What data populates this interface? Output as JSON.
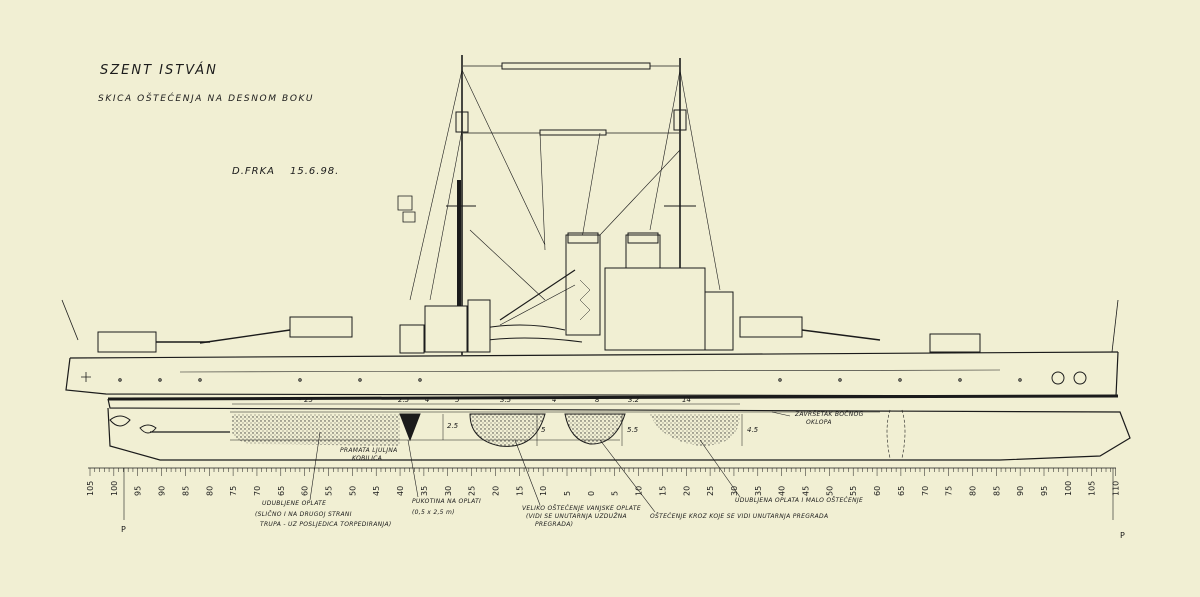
{
  "drawing": {
    "title": "SZENT ISTVÁN",
    "subtitle": "SKICA OŠTEĆENJA NA DESNOM BOKU",
    "author": "D.FRKA",
    "date": "15.6.98."
  },
  "frame_scale": {
    "labels": [
      "105",
      "100",
      "95",
      "90",
      "85",
      "80",
      "75",
      "70",
      "65",
      "60",
      "55",
      "50",
      "45",
      "40",
      "35",
      "30",
      "25",
      "20",
      "15",
      "10",
      "5",
      "0",
      "5",
      "10",
      "15",
      "20",
      "25",
      "30",
      "35",
      "40",
      "45",
      "50",
      "55",
      "60",
      "65",
      "70",
      "75",
      "80",
      "85",
      "90",
      "95",
      "100",
      "105",
      "110"
    ],
    "perpendicular_left": "P",
    "perpendicular_right": "P"
  },
  "dimensions": [
    "~ 25",
    "2.5",
    "4",
    "5",
    "3.5",
    "4",
    "8",
    "3.2",
    "14",
    "2.5",
    "5",
    "5.5",
    "4.5"
  ],
  "annotations": {
    "keel": [
      "PRAMATA LJULJNA",
      "KOBILICA"
    ],
    "armor_belt": [
      "ZAVRŠETAK BOČNOG",
      "OKLOPA"
    ],
    "note1": [
      "UDUBLJENE OPLATE",
      "(SLIČNO I NA DRUGOJ STRANI",
      "TRUPA - UZ POSLJEDICA TORPEDIRANJA)"
    ],
    "note2": [
      "PUKOTINA NA OPLATI",
      "(0,5 x 2,5 m)"
    ],
    "note3": [
      "VELIKO OŠTEĆENJE VANJSKE OPLATE",
      "(VIDI SE UNUTARNJA UZDUŽNA",
      "PREGRADA)"
    ],
    "note4": [
      "OŠTEĆENJE KROZ KOJE SE VIDI UNUTARNJA PREGRADA"
    ],
    "note5": [
      "UDUBLJENA OPLATA I MALO OŠTEĆENJE"
    ]
  },
  "colors": {
    "paper": "#f1efd3",
    "ink": "#1b1b1b",
    "shading": "#3a3a3a"
  }
}
